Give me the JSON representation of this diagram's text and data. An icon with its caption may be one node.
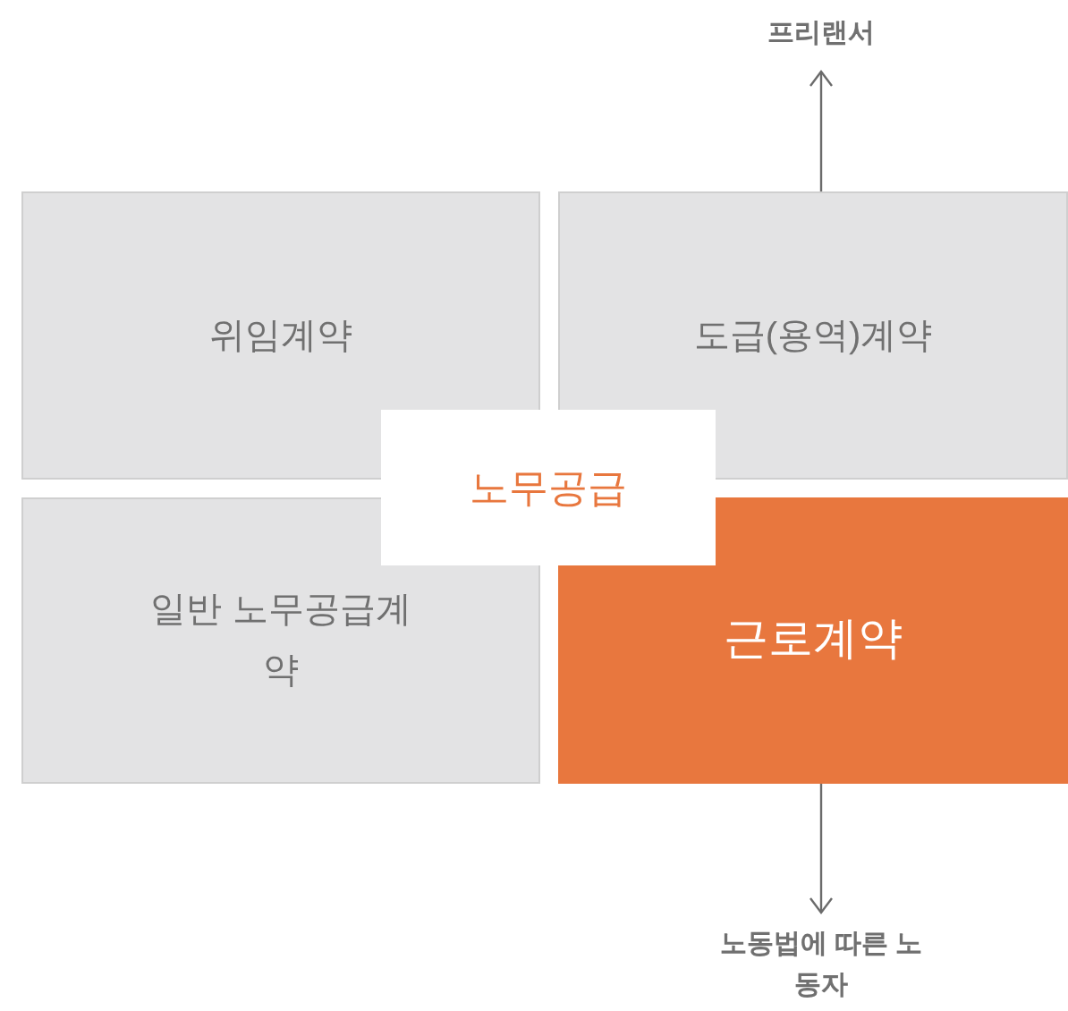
{
  "diagram": {
    "nodes": [
      {
        "text": [
          "위임계약"
        ]
      },
      {
        "text": [
          "도급(용역)계약"
        ]
      },
      {
        "text": [
          "노무공급"
        ]
      },
      {
        "text": [
          "일반 노무공급계약"
        ]
      },
      {
        "text": [
          "근로계약"
        ]
      },
      {
        "text": [
          "프리랜서"
        ]
      },
      {
        "text": [
          "노동법에 따른 노동자"
        ]
      }
    ],
    "edges": [
      {
        "from": 1,
        "to": 5,
        "arrow": "to"
      },
      {
        "from": 4,
        "to": 6,
        "arrow": "to"
      }
    ]
  }
}
